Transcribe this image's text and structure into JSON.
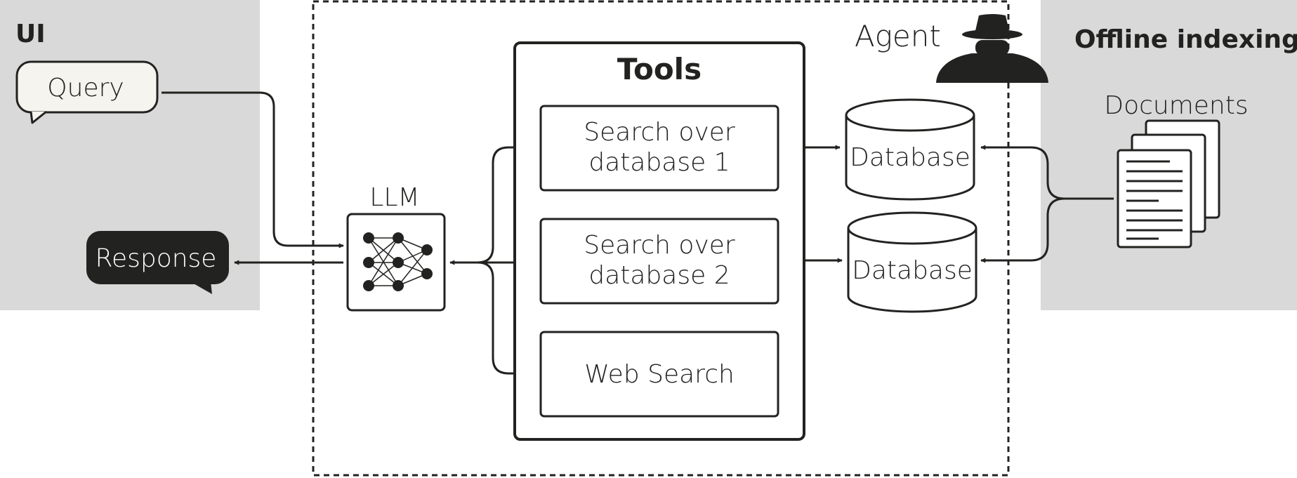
{
  "colors": {
    "ink": "#222220",
    "panel": "#d9d9d9",
    "bubble": "#f5f4ee",
    "background": "#ffffff"
  },
  "ui": {
    "title": "UI",
    "query": "Query",
    "response": "Response"
  },
  "agent": {
    "label": "Agent",
    "icon": "agent-spy-icon"
  },
  "llm": {
    "label": "LLM",
    "icon": "neural-network-icon"
  },
  "tools": {
    "title": "Tools",
    "items": [
      {
        "line1": "Search over",
        "line2": "database 1"
      },
      {
        "line1": "Search over",
        "line2": "database 2"
      },
      {
        "line1": "Web Search",
        "line2": ""
      }
    ]
  },
  "databases": [
    "Database",
    "Database"
  ],
  "offline": {
    "title": "Offline indexing",
    "documents": "Documents",
    "icon": "documents-icon"
  }
}
